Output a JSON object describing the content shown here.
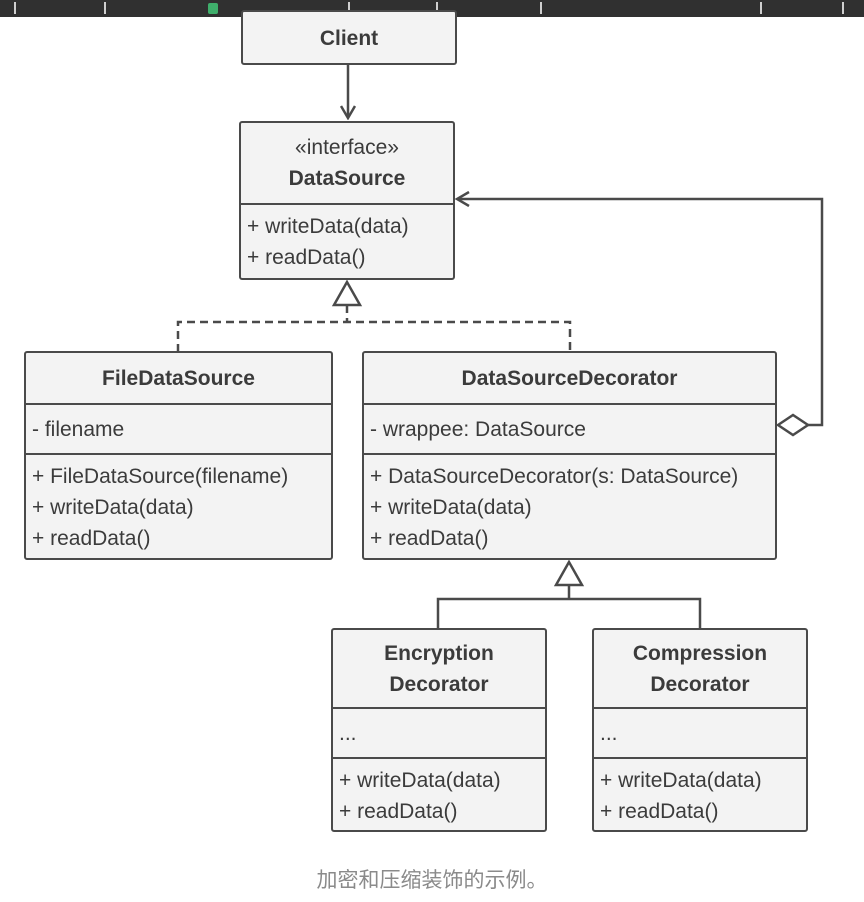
{
  "diagram": {
    "client": {
      "title": "Client"
    },
    "datasource": {
      "stereotype": "«interface»",
      "title": "DataSource",
      "ops": [
        "+ writeData(data)",
        "+ readData()"
      ]
    },
    "file_datasource": {
      "title": "FileDataSource",
      "attrs": [
        "- filename"
      ],
      "ops": [
        "+ FileDataSource(filename)",
        "+ writeData(data)",
        "+ readData()"
      ]
    },
    "decorator": {
      "title": "DataSourceDecorator",
      "attrs": [
        "- wrappee: DataSource"
      ],
      "ops": [
        "+ DataSourceDecorator(s: DataSource)",
        "+ writeData(data)",
        "+ readData()"
      ]
    },
    "encryption": {
      "title_line1": "Encryption",
      "title_line2": "Decorator",
      "attrs": [
        "..."
      ],
      "ops": [
        "+ writeData(data)",
        "+ readData()"
      ]
    },
    "compression": {
      "title_line1": "Compression",
      "title_line2": "Decorator",
      "attrs": [
        "..."
      ],
      "ops": [
        "+ writeData(data)",
        "+ readData()"
      ]
    }
  },
  "caption": "加密和压缩装饰的示例。",
  "colors": {
    "box_fill": "#f3f3f3",
    "stroke": "#4a4a4a",
    "caption": "#8a8a8a",
    "topbar": "#303030"
  }
}
